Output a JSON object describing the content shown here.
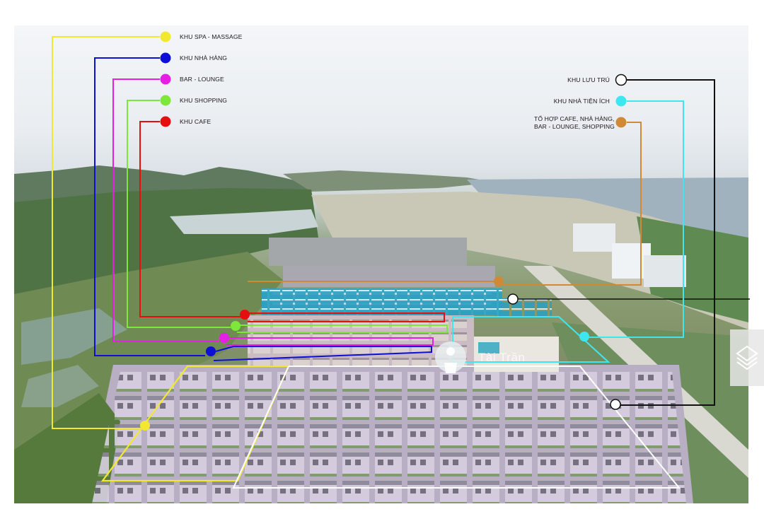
{
  "legend_left": [
    {
      "label": "KHU SPA - MASSAGE",
      "color": "#f2e830"
    },
    {
      "label": "KHU NHÀ HÀNG",
      "color": "#0d0fd6"
    },
    {
      "label": "BAR - LOUNGE",
      "color": "#e61ee6"
    },
    {
      "label": "KHU SHOPPING",
      "color": "#7ee83a"
    },
    {
      "label": "KHU CAFE",
      "color": "#e60f0f"
    }
  ],
  "legend_right": [
    {
      "label": "KHU LƯU TRÚ",
      "color": "#ffffff",
      "line_color": "#111111"
    },
    {
      "label": "KHU NHÀ TIỆN ÍCH",
      "color": "#3ee7ef"
    },
    {
      "label_lines": [
        "TỔ HỢP CAFE, NHÀ HÀNG,",
        "BAR - LOUNGE, SHOPPING"
      ],
      "color": "#d08a35"
    }
  ],
  "watermark": "Tài Trần"
}
